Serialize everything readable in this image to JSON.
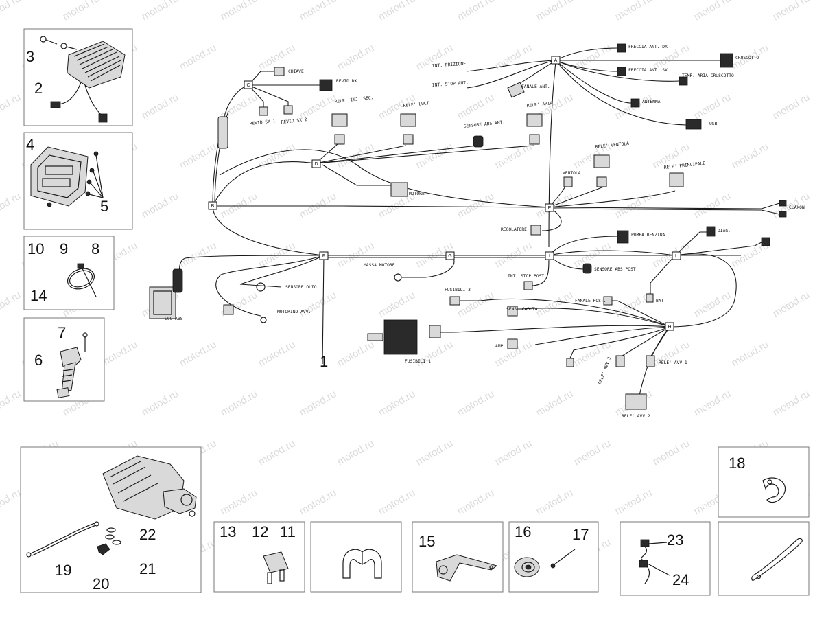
{
  "watermark": "motod.ru",
  "part_numbers": {
    "p1": "1",
    "p2": "2",
    "p3": "3",
    "p4": "4",
    "p5": "5",
    "p6": "6",
    "p7": "7",
    "p8": "8",
    "p9": "9",
    "p10": "10",
    "p11": "11",
    "p12": "12",
    "p13": "13",
    "p14": "14",
    "p15": "15",
    "p16": "16",
    "p17": "17",
    "p18": "18",
    "p19": "19",
    "p20": "20",
    "p21": "21",
    "p22": "22",
    "p23": "23",
    "p24": "24"
  },
  "connectors": {
    "a": "A",
    "b": "B",
    "c": "C",
    "d": "D",
    "e": "E",
    "f": "F",
    "g": "G",
    "h": "H",
    "i": "I",
    "l": "L"
  },
  "labels": {
    "chiave": "CHIAVE",
    "rev_dx": "REVID DX",
    "rev_sx1": "REVID SX 1",
    "rev_sx2": "REVID SX 2",
    "int_frizione": "INT. FRIZIONE",
    "int_stop_ant": "INT. STOP ANT.",
    "freccia_ant_dx": "FRECCIA ANT. DX",
    "freccia_ant_sx": "FRECCIA ANT. SX",
    "cruscotto": "CRUSCOTTO",
    "temp_aria": "TEMP. ARIA CRUSCOTTO",
    "fanale_ant": "FANALE ANT.",
    "antenna": "ANTENNA",
    "usb": "USB",
    "rele_inj": "RELE' INJ. SEC.",
    "rele_luci": "RELE' LUCI",
    "rele_aria": "RELE' ARIA",
    "sensore_abs_ant": "SENSORE ABS ANT.",
    "rele_ventola": "RELE' VENTOLA",
    "ventola": "VENTOLA",
    "rele_principale": "RELE' PRINCIPALE",
    "motore": "MOTORE",
    "claxon": "CLAXON",
    "regolatore": "REGOLATORE",
    "pompa_benzina": "POMPA BENZINA",
    "diag": "DIAG.",
    "massa_motore": "MASSA MOTORE",
    "sensore_abs_post": "SENSORE ABS POST.",
    "int_stop_post": "INT. STOP POST.",
    "sensore_olio": "SENSORE OLIO",
    "fusibili_3": "FUSIBILI 3",
    "fanale_post": "FANALE POST.",
    "bat": "BAT",
    "ecu_abs": "ECU ABS",
    "motorino_avv": "MOTORINO AVV.",
    "sens_caduta": "SENS. CADUTA",
    "fusibili_1": "FUSIBILI 1",
    "amp": "AMP",
    "rele_avv3": "RELE' AVV 3",
    "rele_avv1": "RELE' AVV 1",
    "rele_avv2": "RELE' AVV 2"
  }
}
